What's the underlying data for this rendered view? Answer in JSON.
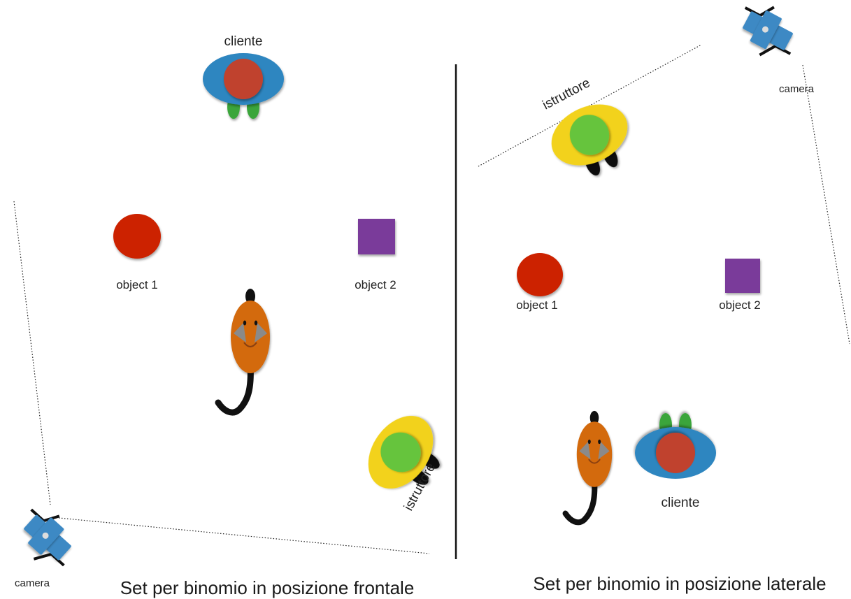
{
  "left_panel": {
    "caption": "Set per binomio in posizione frontale",
    "client_label": "cliente",
    "instructor_label": "istruttore",
    "camera_label": "camera",
    "object1_label": "object 1",
    "object2_label": "object 2"
  },
  "right_panel": {
    "caption": "Set per binomio in posizione laterale",
    "client_label": "cliente",
    "instructor_label": "istruttore",
    "camera_label": "camera",
    "object1_label": "object 1",
    "object2_label": "object 2"
  },
  "colors": {
    "object1": "#cc2200",
    "object2": "#7a3a9a",
    "client_body": "#2f86c0",
    "client_head": "#c0432e",
    "client_feet": "#3aa53a",
    "instructor_body": "#f2d21e",
    "instructor_head": "#66c43c",
    "instructor_feet": "#111111",
    "dog_body": "#d36b10",
    "camera": "#3c89c4"
  },
  "icons": [
    "client-figure",
    "instructor-figure",
    "dog-figure",
    "camera-icon",
    "red-circle-object",
    "purple-square-object"
  ]
}
